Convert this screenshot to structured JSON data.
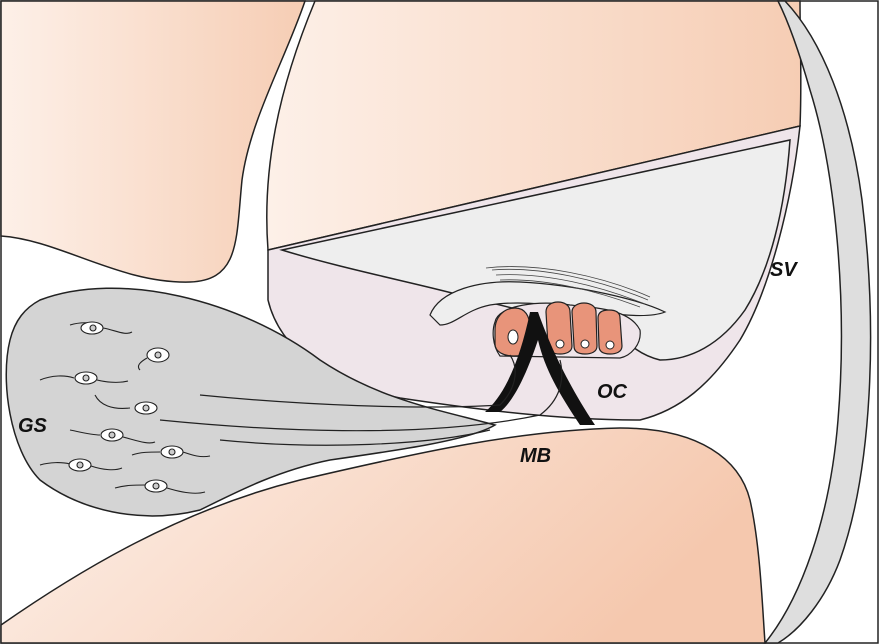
{
  "labels": {
    "sv": "SV",
    "oc": "OC",
    "mb": "MB",
    "gs": "GS"
  },
  "colors": {
    "bone_light": "#fdf0e8",
    "bone_dark": "#f6cdb4",
    "duct_fill": "#efe5ea",
    "scala_media": "#eeeeee",
    "ganglion": "#d4d4d4",
    "hair_cell": "#e8947a",
    "outline": "#222222",
    "membrane_strip": "#dedede"
  }
}
